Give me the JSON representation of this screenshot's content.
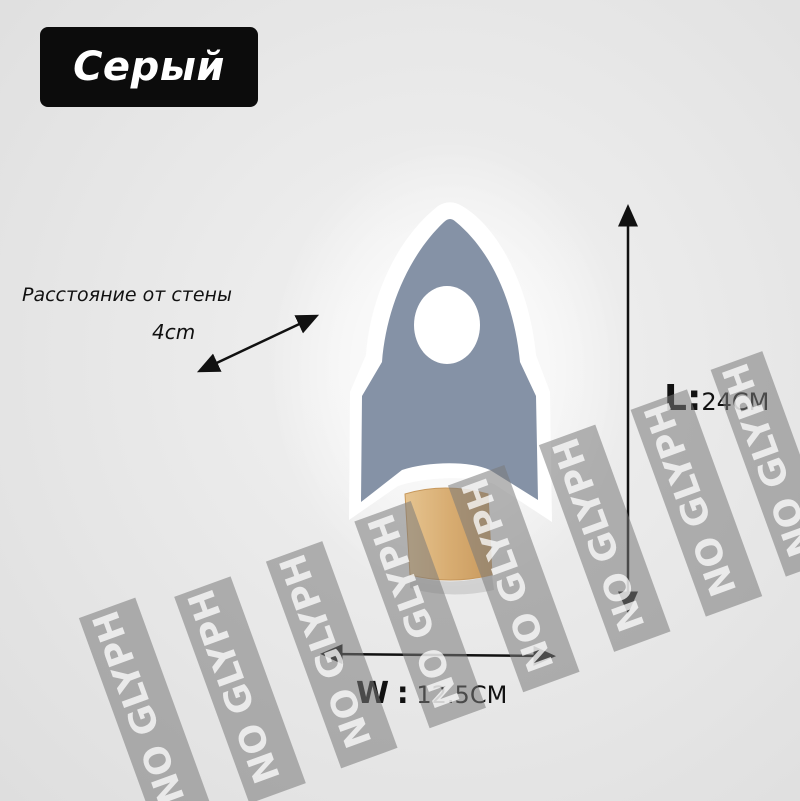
{
  "badge": {
    "text": "Серый"
  },
  "wall_distance": {
    "label": "Расстояние от стены",
    "value": "4cm"
  },
  "length": {
    "letter": "L",
    "separator": ":",
    "value": "24CM"
  },
  "width": {
    "letter": "W",
    "separator": ":",
    "value": "12.5CM"
  },
  "watermark": {
    "text": "NO GLYPH"
  },
  "colors": {
    "rocket_body": "#8592a6",
    "rocket_outline": "#ffffff",
    "window": "#ffffff",
    "wood_base": "#d9b27c",
    "badge_bg": "#0c0c0c"
  }
}
